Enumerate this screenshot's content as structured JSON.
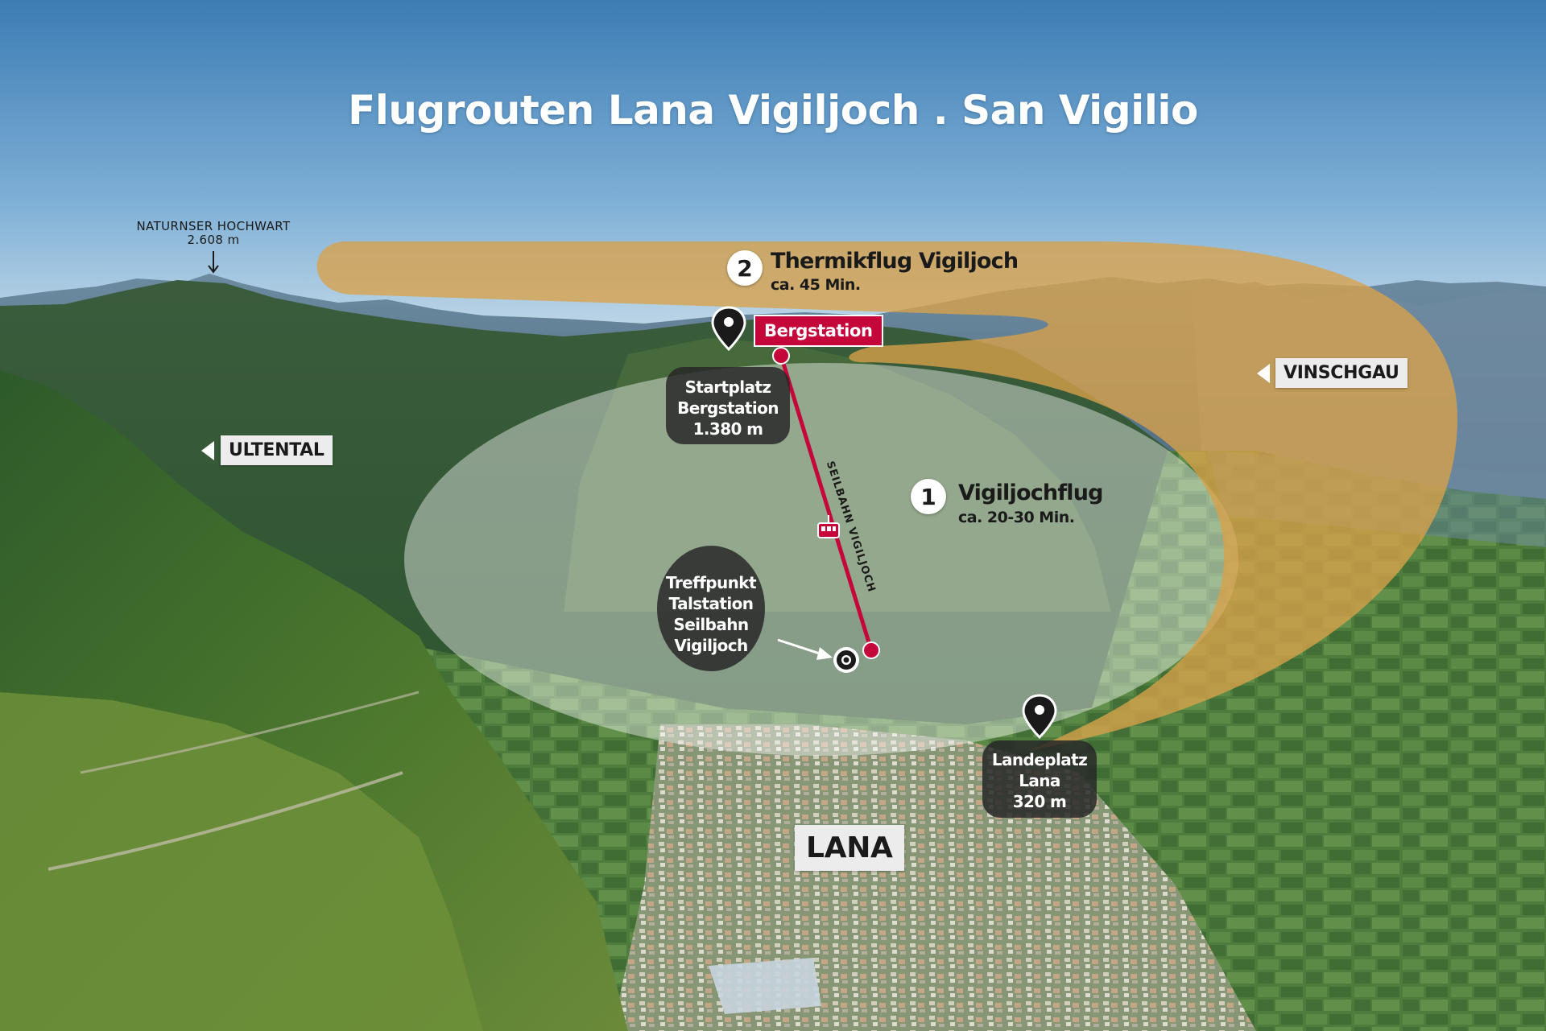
{
  "title": "Flugrouten Lana Vigiljoch . San Vigilio",
  "peak": {
    "name": "NATURNSER HOCHWART",
    "elevation": "2.608 m"
  },
  "routes": [
    {
      "number": "1",
      "name": "Vigiljochflug",
      "duration": "ca. 20-30 Min.",
      "color": "#e0e4e8"
    },
    {
      "number": "2",
      "name": "Thermikflug Vigiljoch",
      "duration": "ca. 45 Min.",
      "color": "#e0b463"
    }
  ],
  "bergstation": "Bergstation",
  "cable_car_label": "SEILBAHN VIGILJOCH",
  "startplatz": [
    "Startplatz",
    "Bergstation",
    "1.380 m"
  ],
  "treffpunkt": [
    "Treffpunkt",
    "Talstation",
    "Seilbahn",
    "Vigiljoch"
  ],
  "landeplatz": [
    "Landeplatz",
    "Lana",
    "320 m"
  ],
  "valleys": {
    "ultental": "ULTENTAL",
    "vinschgau": "VINSCHGAU"
  },
  "town": "LANA",
  "colors": {
    "sky_top": "#3f7fb6",
    "sky_bottom": "#b9d3e6",
    "accent_red": "#c4063a",
    "route_gold": "#d9a24a",
    "route_white": "#ffffff",
    "valley_green": "#4f7a3a"
  },
  "icons": [
    "map-pin-icon",
    "cable-car-icon",
    "target-icon",
    "arrow-left-icon"
  ]
}
